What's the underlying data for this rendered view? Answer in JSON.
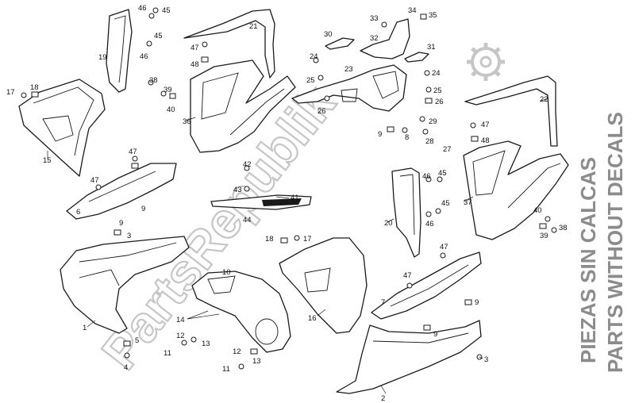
{
  "watermark": {
    "text": "PartsRepublik",
    "icon": "gear-icon"
  },
  "title": {
    "line1": "PIEZAS SIN CALCAS",
    "line2": "PARTS WITHOUT DECALS"
  },
  "labels": {
    "n1": "1",
    "n2": "2",
    "n3": "3",
    "n4": "4",
    "n5": "5",
    "n6": "6",
    "n7": "7",
    "n8": "8",
    "n9": "9",
    "n10": "10",
    "n11": "11",
    "n12": "12",
    "n13": "13",
    "n14": "14",
    "n15": "15",
    "n16": "16",
    "n17": "17",
    "n18": "18",
    "n19": "19",
    "n20": "20",
    "n21": "21",
    "n22": "22",
    "n23": "23",
    "n24": "24",
    "n25": "25",
    "n26": "26",
    "n27": "27",
    "n28": "28",
    "n29": "29",
    "n30": "30",
    "n31": "31",
    "n32": "32",
    "n33": "33",
    "n34": "34",
    "n35": "35",
    "n36": "36",
    "n37": "37",
    "n38": "38",
    "n39": "39",
    "n40": "40",
    "n41": "41",
    "n42": "42",
    "n43": "43",
    "n44": "44",
    "n45": "45",
    "n46": "46",
    "n47": "47",
    "n48": "48"
  }
}
